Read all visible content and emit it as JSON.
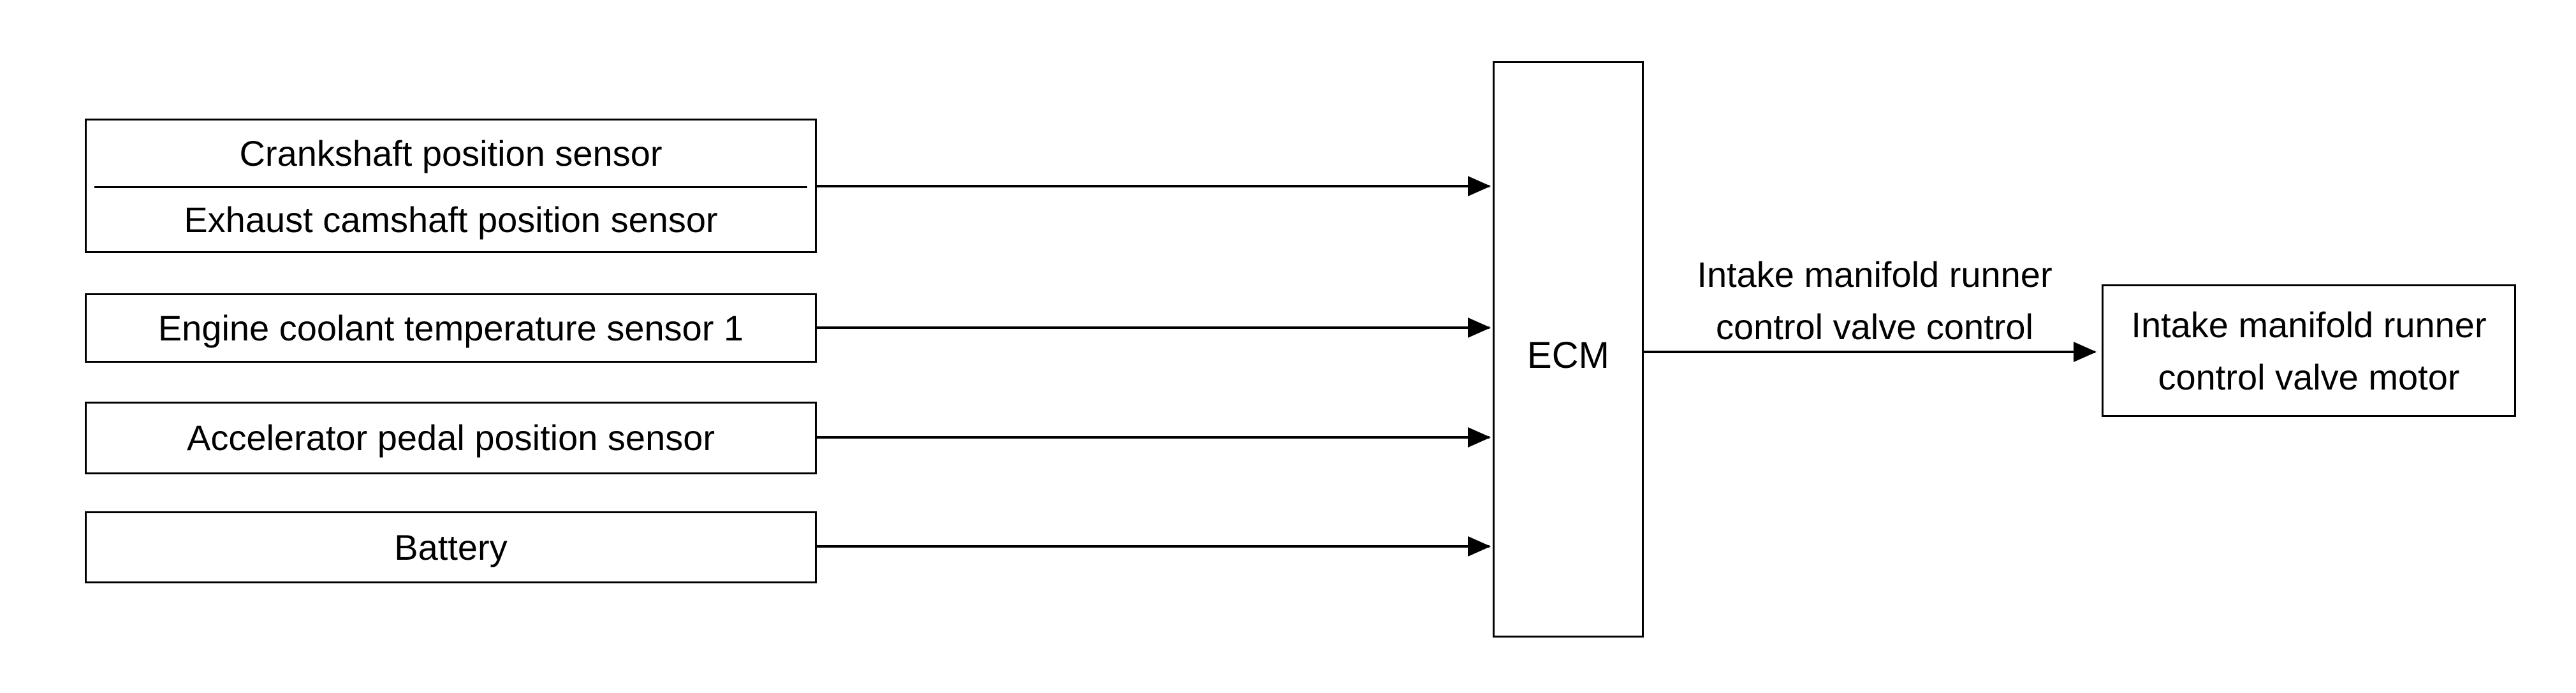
{
  "inputs": {
    "crankshaft": "Crankshaft position sensor",
    "exhaust_camshaft": "Exhaust camshaft position sensor",
    "coolant_temp": "Engine coolant temperature sensor 1",
    "accelerator_pedal": "Accelerator pedal position sensor",
    "battery": "Battery"
  },
  "ecm": {
    "label": "ECM"
  },
  "signal": {
    "line1": "Intake manifold runner",
    "line2": "control valve control"
  },
  "output": {
    "line1": "Intake manifold runner",
    "line2": "control valve motor"
  },
  "colors": {
    "line": "#000000",
    "background": "#ffffff"
  }
}
